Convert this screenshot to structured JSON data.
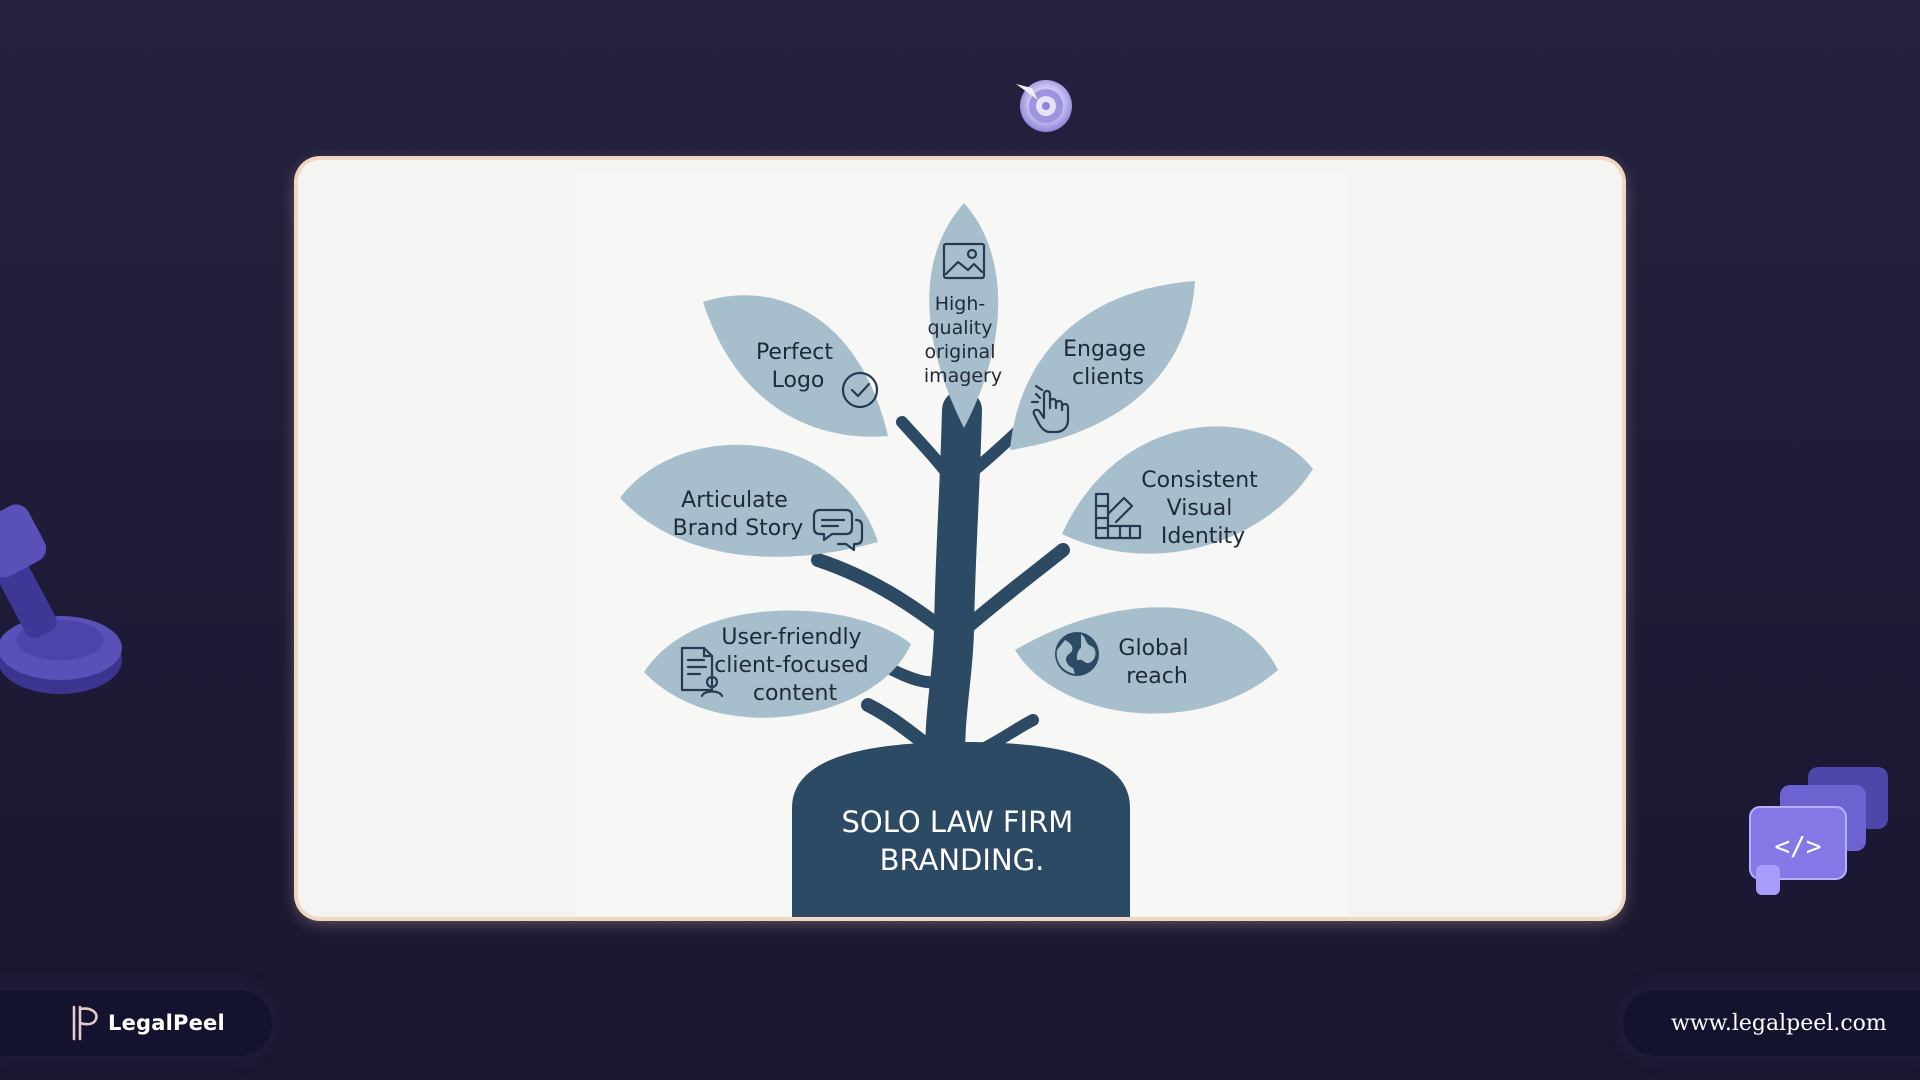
{
  "diagram": {
    "base_label_line1": "SOLO LAW FIRM",
    "base_label_line2": "BRANDING.",
    "leaves": {
      "perfect_logo": [
        "Perfect",
        "Logo"
      ],
      "imagery": [
        "High-",
        "quality",
        "original",
        "imagery"
      ],
      "engage": [
        "Engage",
        "clients"
      ],
      "brand_story": [
        "Articulate",
        "Brand Story"
      ],
      "visual_identity": [
        "Consistent",
        "Visual",
        "Identity"
      ],
      "content": [
        "User-friendly",
        "client-focused",
        "content"
      ],
      "global": [
        "Global",
        "reach"
      ]
    },
    "icons": {
      "perfect_logo": "check-circle-icon",
      "imagery": "image-icon",
      "engage": "hand-pointer-icon",
      "brand_story": "chat-bubbles-icon",
      "visual_identity": "palette-swatch-icon",
      "content": "document-user-icon",
      "global": "globe-icon"
    },
    "colors": {
      "leaf": "#a7bfcd",
      "trunk": "#2c4a63",
      "base": "#2c4a63"
    }
  },
  "footer": {
    "brand_name": "LegalPeel",
    "website": "www.legalpeel.com"
  }
}
